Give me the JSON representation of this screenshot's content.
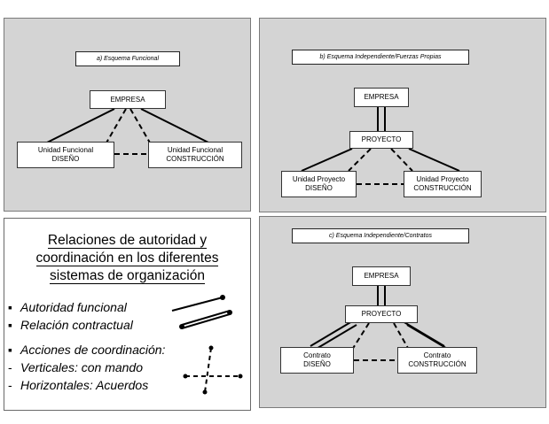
{
  "panel_a": {
    "caption": "a) Esquema Funcional",
    "empresa": "EMPRESA",
    "left_box": "Unidad Funcional\nDISEÑO",
    "right_box": "Unidad Funcional\nCONSTRUCCIÓN"
  },
  "panel_b": {
    "caption": "b) Esquema Independiente/Fuerzas Propias",
    "empresa": "EMPRESA",
    "proyecto": "PROYECTO",
    "left_box": "Unidad Proyecto\nDISEÑO",
    "right_box": "Unidad Proyecto\nCONSTRUCCIÓN"
  },
  "panel_c": {
    "caption": "c) Esquema Independiente/Contratos",
    "empresa": "EMPRESA",
    "proyecto": "PROYECTO",
    "left_box": "Contrato\nDISEÑO",
    "right_box": "Contrato\nCONSTRUCCIÓN"
  },
  "legend": {
    "title_lines": [
      "Relaciones de autoridad y",
      "coordinación en los diferentes",
      "sistemas de organización"
    ],
    "items": [
      {
        "marker": "▪",
        "text": "Autoridad funcional"
      },
      {
        "marker": "▪",
        "text": "Relación contractual"
      },
      {
        "marker": "▪",
        "text": "Acciones de coordinación:"
      },
      {
        "marker": "-",
        "text": "Verticales: con mando"
      },
      {
        "marker": "-",
        "text": "Horizontales: Acuerdos"
      }
    ]
  }
}
